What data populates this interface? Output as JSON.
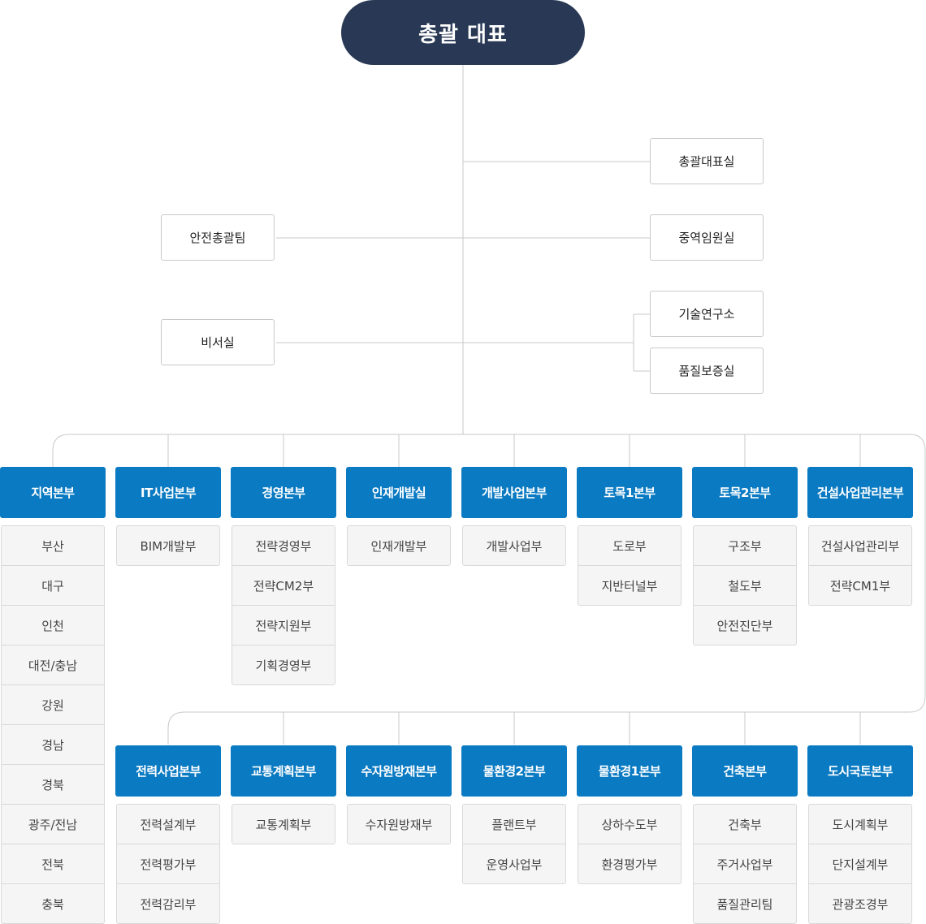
{
  "ceo": "총괄 대표",
  "offices": {
    "chief_office": "총괄대표실",
    "safety_team": "안전총괄팀",
    "executive_office": "중역임원실",
    "secretary": "비서실",
    "tech_institute": "기술연구소",
    "quality_office": "품질보증실"
  },
  "row1": [
    {
      "name": "지역본부",
      "subs": [
        "부산",
        "대구",
        "인천",
        "대전/충남",
        "강원",
        "경남",
        "경북",
        "광주/전남",
        "전북",
        "충북"
      ]
    },
    {
      "name": "IT사업본부",
      "subs": [
        "BIM개발부"
      ]
    },
    {
      "name": "경영본부",
      "subs": [
        "전략경영부",
        "전략CM2부",
        "전략지원부",
        "기획경영부"
      ]
    },
    {
      "name": "인재개발실",
      "subs": [
        "인재개발부"
      ]
    },
    {
      "name": "개발사업본부",
      "subs": [
        "개발사업부"
      ]
    },
    {
      "name": "토목1본부",
      "subs": [
        "도로부",
        "지반터널부"
      ]
    },
    {
      "name": "토목2본부",
      "subs": [
        "구조부",
        "철도부",
        "안전진단부"
      ]
    },
    {
      "name": "건설사업관리본부",
      "subs": [
        "건설사업관리부",
        "전략CM1부"
      ]
    }
  ],
  "row2": [
    {
      "name": "전력사업본부",
      "subs": [
        "전력설계부",
        "전력평가부",
        "전력감리부"
      ]
    },
    {
      "name": "교통계획본부",
      "subs": [
        "교통계획부"
      ]
    },
    {
      "name": "수자원방재본부",
      "subs": [
        "수자원방재부"
      ]
    },
    {
      "name": "물환경2본부",
      "subs": [
        "플랜트부",
        "운영사업부"
      ]
    },
    {
      "name": "물환경1본부",
      "subs": [
        "상하수도부",
        "환경평가부"
      ]
    },
    {
      "name": "건축본부",
      "subs": [
        "건축부",
        "주거사업부",
        "품질관리팀"
      ]
    },
    {
      "name": "도시국토본부",
      "subs": [
        "도시계획부",
        "단지설계부",
        "관광조경부"
      ]
    }
  ],
  "colors": {
    "ceo": "#293955",
    "division": "#0a7ac2",
    "line": "#c9c9c9"
  }
}
